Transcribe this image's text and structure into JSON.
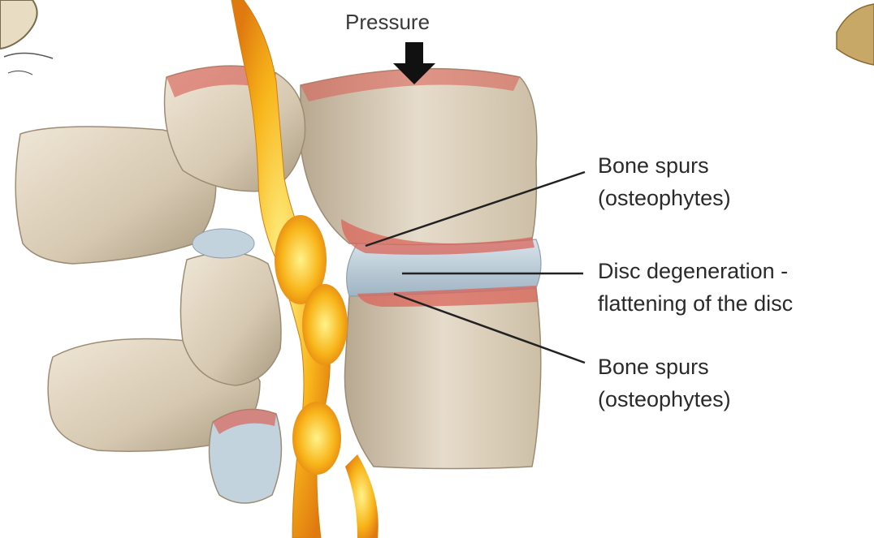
{
  "diagram": {
    "pressure_label": "Pressure",
    "callouts": [
      {
        "lines": [
          "Bone spurs",
          "(osteophytes)"
        ]
      },
      {
        "lines": [
          "Disc degeneration -",
          "flattening of the disc"
        ]
      },
      {
        "lines": [
          "Bone spurs",
          "(osteophytes)"
        ]
      }
    ]
  },
  "colors": {
    "bone": "#d8cbb5",
    "bone_shadow": "#a89880",
    "inflamed": "#d9645a",
    "nerve": "#f5b51c",
    "nerve_glow": "#ffe56a",
    "disc": "#b9cbd6",
    "leader": "#222222"
  }
}
